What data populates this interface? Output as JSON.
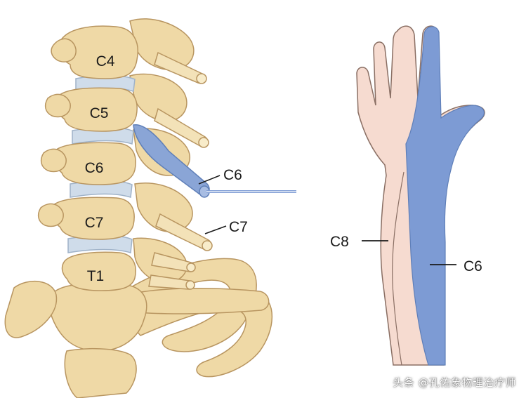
{
  "spine": {
    "vertebrae": [
      {
        "id": "c4",
        "label": "C4"
      },
      {
        "id": "c5",
        "label": "C5"
      },
      {
        "id": "c6",
        "label": "C6"
      },
      {
        "id": "c7",
        "label": "C7"
      },
      {
        "id": "t1",
        "label": "T1"
      }
    ],
    "nerve_labels": {
      "c6": "C6",
      "c7": "C7"
    }
  },
  "arm": {
    "dermatome_labels": {
      "c8": "C8",
      "c6": "C6"
    }
  },
  "watermark": "头条 @孔佑象物理治疗师",
  "colors": {
    "bone": "#efd9a6",
    "bone_shadow": "#d9bb7e",
    "bone_outline": "#b89560",
    "disc": "#cfdcea",
    "nerve_highlight": "#8aa5d6",
    "skin": "#f6dbd0",
    "skin_outline": "#8a6f64",
    "dermatome_blue": "#7d9bd4",
    "pointer_line": "#7d9bd4"
  }
}
